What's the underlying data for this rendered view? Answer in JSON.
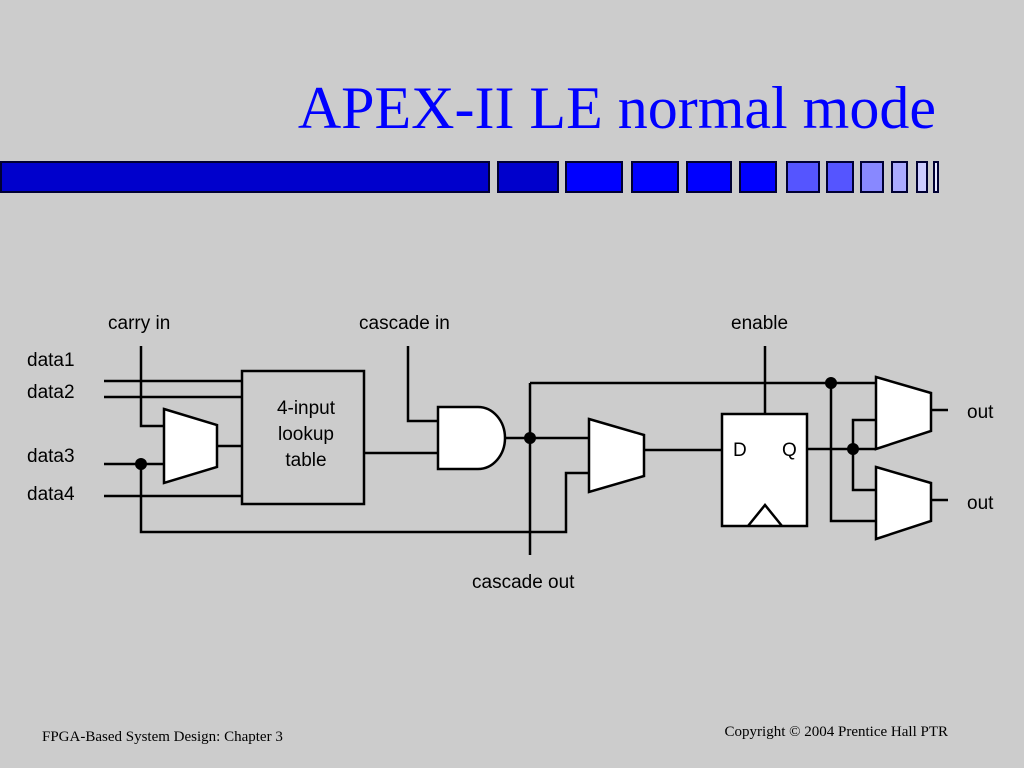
{
  "slide": {
    "title": "APEX-II LE normal mode",
    "footer_left": "FPGA-Based System Design: Chapter 3",
    "footer_right": "Copyright © 2004 Prentice Hall PTR"
  },
  "colors": {
    "background": "#cccccc",
    "title": "#0000ff",
    "bar_dark": "#0000cc",
    "bar_mid": "#0000ff",
    "bar_light": "#5555ff",
    "bar_pale": "#8888ff"
  },
  "diagram": {
    "labels": {
      "carry_in": "carry in",
      "cascade_in": "cascade in",
      "enable": "enable",
      "data1": "data1",
      "data2": "data2",
      "data3": "data3",
      "data4": "data4",
      "lut_line1": "4-input",
      "lut_line2": "lookup",
      "lut_line3": "table",
      "ff_d": "D",
      "ff_q": "Q",
      "cascade_out": "cascade out",
      "out_top": "out",
      "out_bottom": "out"
    }
  }
}
